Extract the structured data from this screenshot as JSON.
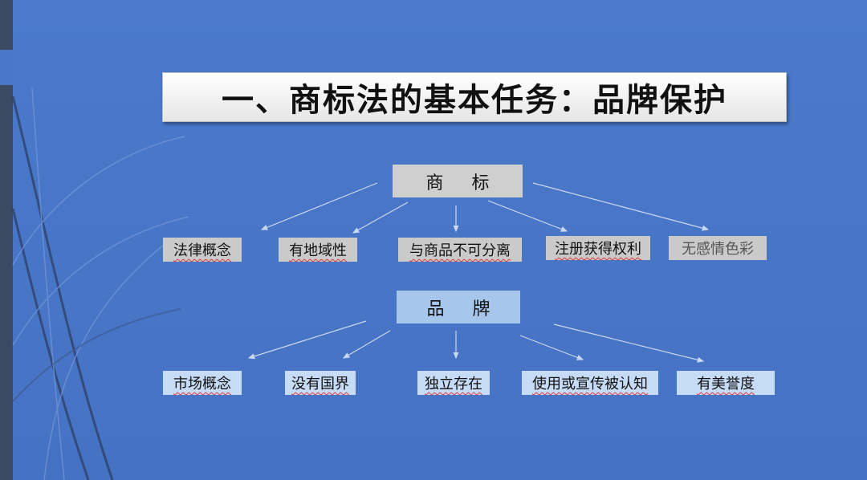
{
  "title": "一、商标法的基本任务：品牌保护",
  "trademark": {
    "label": "商 标",
    "children": [
      "法律概念",
      "有地域性",
      "与商品不可分离",
      "注册获得权利",
      "无感情色彩"
    ]
  },
  "brand": {
    "label": "品 牌",
    "children": [
      "市场概念",
      "没有国界",
      "独立存在",
      "使用或宣传被认知",
      "有美誉度"
    ]
  },
  "colors": {
    "background": "#4a78c8",
    "trademark_box": "#cfcfcf",
    "brand_box": "#a7c6ec",
    "brand_leaf": "#c6dbf5"
  }
}
